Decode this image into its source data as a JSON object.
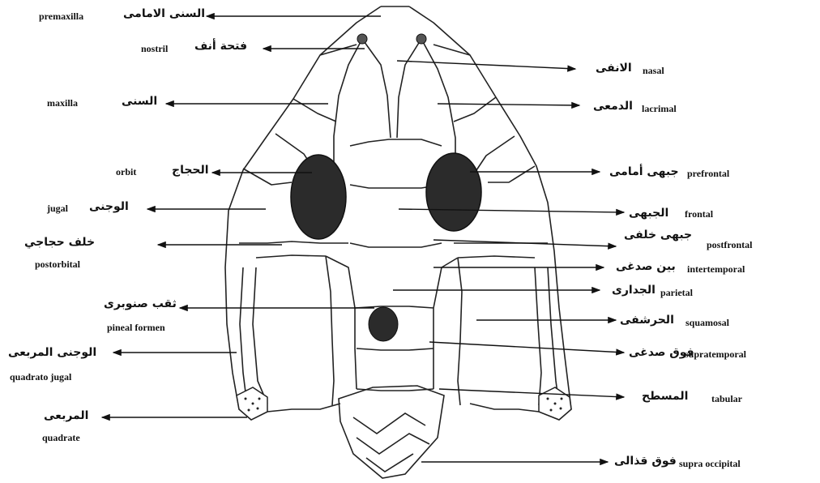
{
  "labels": {
    "premaxilla": {
      "en": "premaxilla",
      "ar": "السنى الامامى"
    },
    "nostril": {
      "en": "nostril",
      "ar": "فتحة أنف"
    },
    "maxilla": {
      "en": "maxilla",
      "ar": "السنى"
    },
    "orbit": {
      "en": "orbit",
      "ar": "الحجاج"
    },
    "jugal": {
      "en": "jugal",
      "ar": "الوجنى"
    },
    "postorbital": {
      "en": "postorbital",
      "ar": "خلف حجاجي"
    },
    "pineal": {
      "en": "pineal formen",
      "ar": "ثقب صنوبرى"
    },
    "quadrato_jugal": {
      "en": "quadrato jugal",
      "ar": "الوجنى المربعى"
    },
    "quadrate": {
      "en": "quadrate",
      "ar": "المربعى"
    },
    "nasal": {
      "en": "nasal",
      "ar": "الانفى"
    },
    "lacrimal": {
      "en": "lacrimal",
      "ar": "الدمعى"
    },
    "prefrontal": {
      "en": "prefrontal",
      "ar": "جبهى أمامى"
    },
    "frontal": {
      "en": "frontal",
      "ar": "الجبهى"
    },
    "postfrontal": {
      "en": "postfrontal",
      "ar": "جبهى خلفى"
    },
    "intertemporal": {
      "en": "intertemporal",
      "ar": "بين صدغى"
    },
    "parietal": {
      "en": "parietal",
      "ar": "الجدارى"
    },
    "squamosal": {
      "en": "squamosal",
      "ar": "الحرشفى"
    },
    "supratemporal": {
      "en": "supratemporal",
      "ar": "فوق صدغى"
    },
    "tabular": {
      "en": "tabular",
      "ar": "المسطح"
    },
    "supra_occipital": {
      "en": "supra  occipital",
      "ar": "فوق قذالى"
    }
  }
}
